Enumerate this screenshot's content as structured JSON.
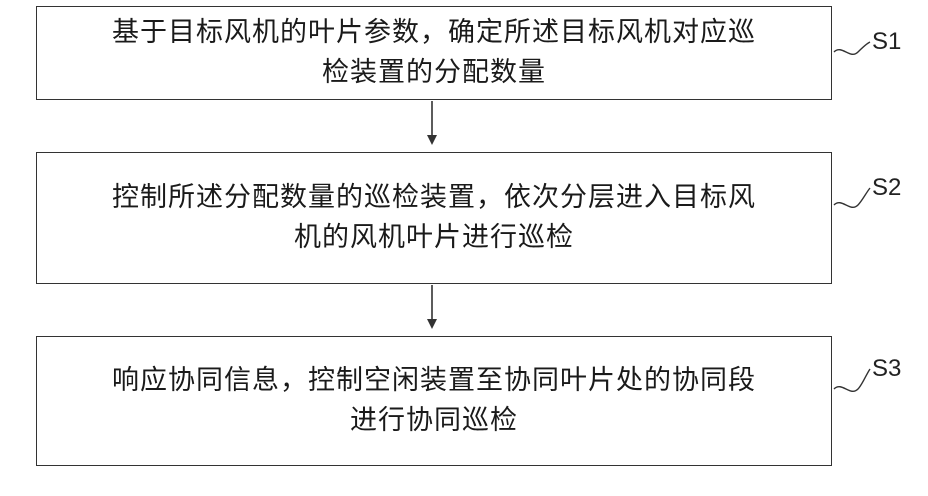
{
  "steps": [
    {
      "id": "S1",
      "line1": "基于目标风机的叶片参数，确定所述目标风机对应巡",
      "line2": "检装置的分配数量"
    },
    {
      "id": "S2",
      "line1": "控制所述分配数量的巡检装置，依次分层进入目标风",
      "line2": "机的风机叶片进行巡检"
    },
    {
      "id": "S3",
      "line1": "响应协同信息，控制空闲装置至协同叶片处的协同段",
      "line2": "进行协同巡检"
    }
  ],
  "colors": {
    "border": "#333333",
    "text": "#1a1a1a"
  }
}
